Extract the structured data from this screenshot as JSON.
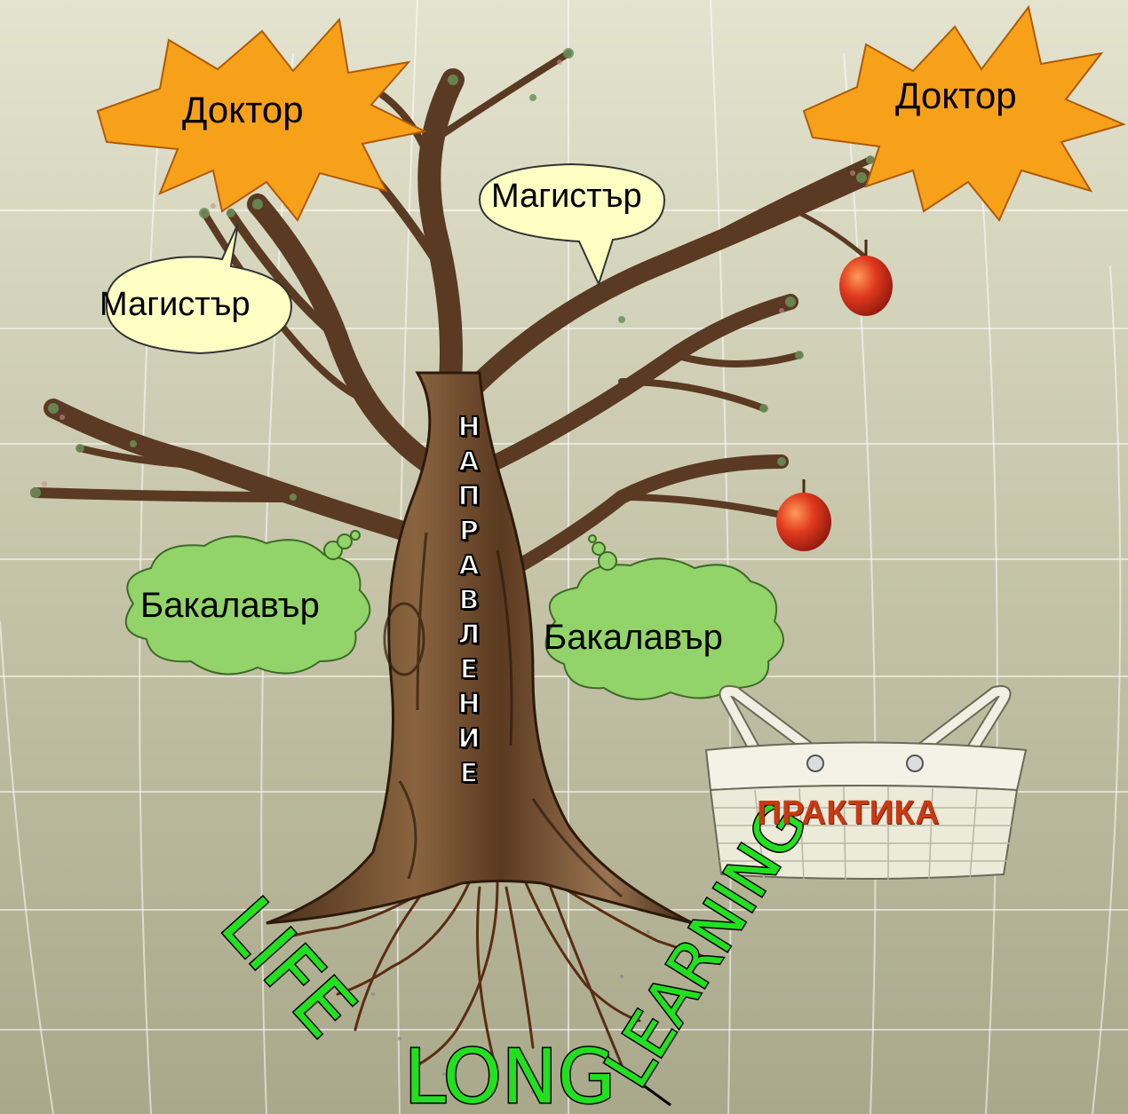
{
  "labels": {
    "doctor_left": "Доктор",
    "doctor_right": "Доктор",
    "master_left": "Магистър",
    "master_center": "Магистър",
    "bachelor_left": "Бакалавър",
    "bachelor_right": "Бакалавър",
    "trunk_letters": [
      "Н",
      "А",
      "П",
      "Р",
      "А",
      "В",
      "Л",
      "Е",
      "Н",
      "И",
      "Е"
    ],
    "basket": "ПРАКТИКА",
    "roots_word1": "LIFE",
    "roots_word2": "LONG",
    "roots_word3": "LEARNING"
  },
  "colors": {
    "star_fill": "#f7a11a",
    "star_stroke": "#b05a00",
    "bubble_fill": "#ffffc4",
    "cloud_fill": "#92d36a",
    "lettering_green": "#22e020",
    "basket_text": "#c93a12",
    "apple": "#d7261c",
    "trunk": "#6b4a2c",
    "background": "#c9c9a9"
  }
}
